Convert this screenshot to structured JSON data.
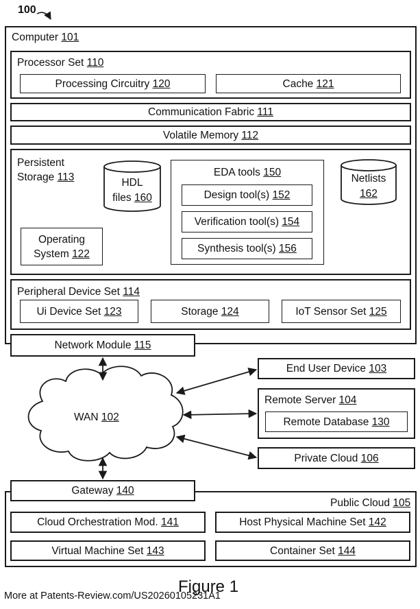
{
  "figure_ref": "100",
  "computer": {
    "label": "Computer",
    "num": "101"
  },
  "processor_set": {
    "label": "Processor Set",
    "num": "110"
  },
  "processing_circuitry": {
    "label": "Processing Circuitry",
    "num": "120"
  },
  "cache": {
    "label": "Cache",
    "num": "121"
  },
  "comm_fabric": {
    "label": "Communication Fabric",
    "num": "111"
  },
  "volatile_memory": {
    "label": "Volatile Memory",
    "num": "112"
  },
  "persistent_storage": {
    "line1": "Persistent",
    "line2": "Storage",
    "num": "113"
  },
  "hdl_files": {
    "line1": "HDL",
    "line2": "files",
    "num": "160"
  },
  "eda_tools": {
    "label": "EDA tools",
    "num": "150"
  },
  "design_tool": {
    "label": "Design tool(s)",
    "num": "152"
  },
  "verification_tool": {
    "label": "Verification tool(s)",
    "num": "154"
  },
  "synthesis_tool": {
    "label": "Synthesis tool(s)",
    "num": "156"
  },
  "netlists": {
    "line1": "Netlists",
    "num": "162"
  },
  "operating_system": {
    "line1": "Operating",
    "line2": "System",
    "num": "122"
  },
  "peripheral_set": {
    "label": "Peripheral Device Set",
    "num": "114"
  },
  "ui_device_set": {
    "label": "Ui Device Set",
    "num": "123"
  },
  "storage": {
    "label": "Storage",
    "num": "124"
  },
  "iot_sensor_set": {
    "label": "IoT Sensor Set",
    "num": "125"
  },
  "network_module": {
    "label": "Network Module",
    "num": "115"
  },
  "wan": {
    "label": "WAN",
    "num": "102"
  },
  "end_user_device": {
    "label": "End User Device",
    "num": "103"
  },
  "remote_server": {
    "label": "Remote Server",
    "num": "104"
  },
  "remote_database": {
    "label": "Remote Database",
    "num": "130"
  },
  "private_cloud": {
    "label": "Private Cloud",
    "num": "106"
  },
  "gateway": {
    "label": "Gateway",
    "num": "140"
  },
  "public_cloud": {
    "label": "Public Cloud",
    "num": "105"
  },
  "cloud_orchestration": {
    "label": "Cloud Orchestration Mod.",
    "num": "141"
  },
  "host_physical": {
    "label": "Host Physical Machine Set",
    "num": "142"
  },
  "virtual_machine": {
    "label": "Virtual Machine Set",
    "num": "143"
  },
  "container_set": {
    "label": "Container Set",
    "num": "144"
  },
  "figure_caption": "Figure 1",
  "footer": "More at Patents-Review.com/US20260105231A1"
}
